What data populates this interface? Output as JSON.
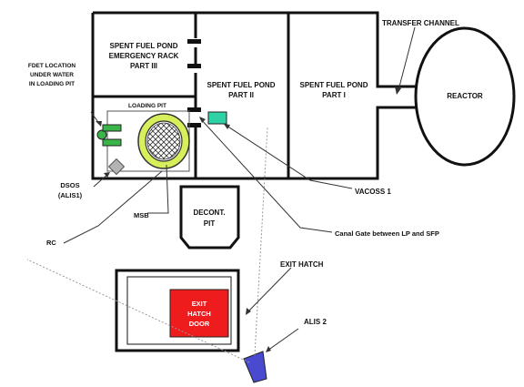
{
  "labels": {
    "pond_rack": [
      "SPENT FUEL POND",
      "EMERGENCY RACK",
      "PART III"
    ],
    "pond_part2": [
      "SPENT FUEL POND",
      "PART II"
    ],
    "pond_part1": [
      "SPENT FUEL POND",
      "PART I"
    ],
    "transfer_channel": "TRANSFER CHANNEL",
    "reactor": "REACTOR",
    "fdet": [
      "FDET LOCATION",
      "UNDER WATER",
      "IN LOADING PIT"
    ],
    "loading_pit": "LOADING PIT",
    "dsos": [
      "DSOS",
      "(ALIS1)"
    ],
    "msb": "MSB",
    "rc": "RC",
    "decont": [
      "DECONT.",
      "PIT"
    ],
    "vacoss": "VACOSS 1",
    "canal_gate": "Canal Gate between LP and SFP",
    "exit_hatch": "EXIT HATCH",
    "exit_hatch_door": [
      "EXIT",
      "HATCH",
      "DOOR"
    ],
    "alis2": "ALIS 2"
  },
  "colors": {
    "line": "#111111",
    "vacoss": "#2fd2a5",
    "fdet_green": "#39b54a",
    "msb_ring": "#d7ef5a",
    "dsos_grey": "#b3b3b3",
    "exit_door": "#ee1c1c",
    "alis2": "#4a4ad0"
  }
}
